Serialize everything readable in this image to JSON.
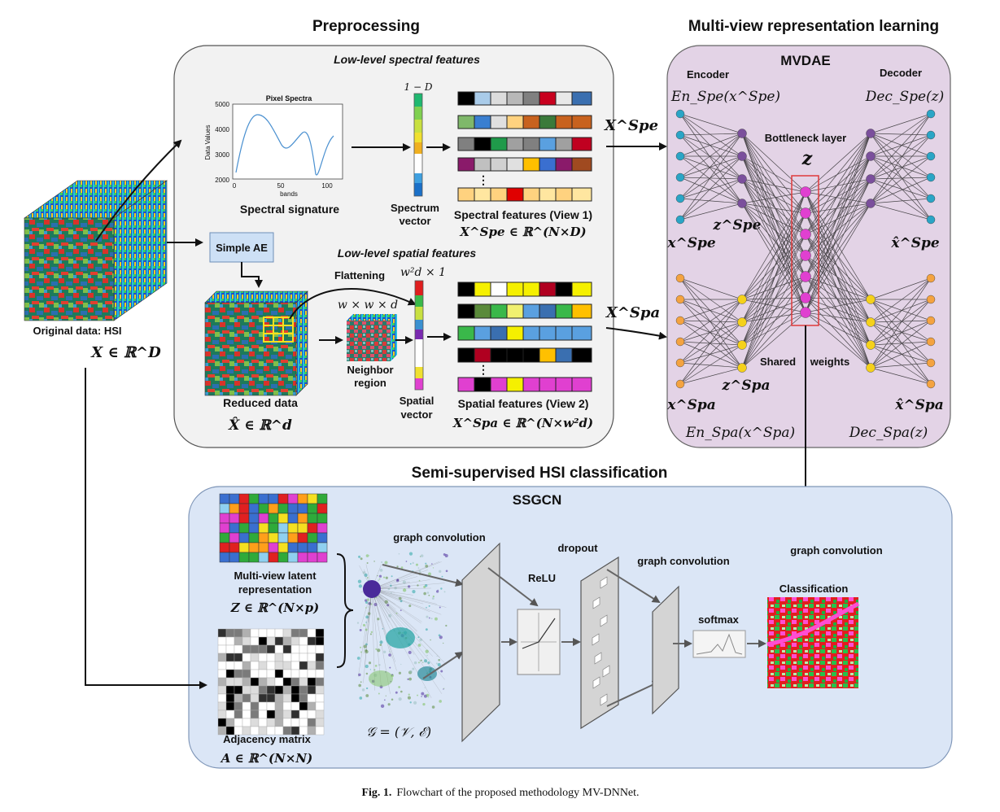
{
  "headings": {
    "preprocessing": "Preprocessing",
    "multiview": "Multi-view representation learning",
    "semi_supervised": "Semi-supervised HSI classification"
  },
  "preprocessing": {
    "spectral_title": "Low-level spectral features",
    "spatial_title": "Low-level spatial features",
    "pixel_plot": {
      "title": "Pixel Spectra",
      "ylabel": "Data Values",
      "xlabel": "bands",
      "yticks": [
        "5000",
        "4000",
        "3000",
        "2000"
      ],
      "xticks": [
        "0",
        "50",
        "100"
      ]
    },
    "spectral_signature": "Spectral signature",
    "one_minus_d": "1 − D",
    "spectrum_vector_1": "Spectrum",
    "spectrum_vector_2": "vector",
    "spectral_features_label": "Spectral features (View 1)",
    "spectral_features_math": "X^Spe ∈ ℝ^(N×D)",
    "simple_ae": "Simple AE",
    "flattening": "Flattening",
    "w2d1": "w²d × 1",
    "wwd": "w × w × d",
    "neighbor_1": "Neighbor",
    "neighbor_2": "region",
    "reduced_data": "Reduced data",
    "reduced_math": "X̂ ∈ ℝ^d",
    "spatial_vector_1": "Spatial",
    "spatial_vector_2": "vector",
    "spatial_features_label": "Spatial features (View 2)",
    "spatial_features_math": "X^Spa ∈ ℝ^(N×w²d)",
    "dots": "⋮"
  },
  "input": {
    "label": "Original data: HSI",
    "math": "X ∈ ℝ^D"
  },
  "arrows": {
    "x_spe": "X^Spe",
    "x_spa": "X^Spa"
  },
  "mvdae": {
    "title": "MVDAE",
    "encoder": "Encoder",
    "decoder": "Decoder",
    "en_spe": "En_Spe(x^Spe)",
    "dec_spe": "Dec_Spe(z)",
    "bottleneck": "Bottleneck layer",
    "z": "z",
    "z_spe": "z^Spe",
    "x_spe": "x^Spe",
    "xhat_spe": "x̂^Spe",
    "shared": "Shared",
    "weights": "weights",
    "z_spa": "z^Spa",
    "x_spa": "x^Spa",
    "xhat_spa": "x̂^Spa",
    "en_spa": "En_Spa(x^Spa)",
    "dec_spa": "Dec_Spa(z)"
  },
  "ssgcn": {
    "title": "SSGCN",
    "latent_1": "Multi-view latent",
    "latent_2": "representation",
    "latent_math": "Z ∈ ℝ^(N×p)",
    "adjacency": "Adjacency matrix",
    "adjacency_math": "A ∈ ℝ^(N×N)",
    "graph_math": "𝒢 = (𝒱, ℰ)",
    "graph_conv_1": "graph convolution",
    "relu": "ReLU",
    "dropout": "dropout",
    "graph_conv_2": "graph convolution",
    "graph_conv_3": "graph convolution",
    "softmax": "softmax",
    "classification": "Classification"
  },
  "caption": {
    "fig": "Fig. 1.",
    "text": "Flowchart of the proposed methodology MV-DNNet."
  },
  "colors": {
    "prep_panel": "#f2f2f2",
    "mvdae_panel": "#e3d3e6",
    "ssgcn_panel": "#dbe6f6",
    "spe_node_in": "#2aa5c6",
    "spe_node_mid": "#7b4f9c",
    "spa_node": "#f4a340",
    "spa_node_mid": "#f5d11b",
    "bottleneck_node": "#e040d0",
    "bottleneck_box": "#e03b3b"
  }
}
